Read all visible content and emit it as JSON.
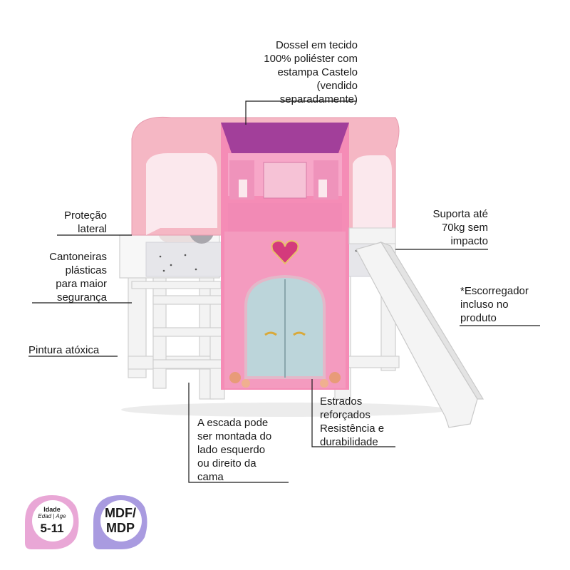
{
  "annotations": {
    "canopy": [
      "Dossel em tecido",
      "100% poliéster com",
      "estampa Castelo",
      "(vendido",
      "separadamente)"
    ],
    "side_protection": [
      "Proteção",
      "lateral"
    ],
    "corners": [
      "Cantoneiras",
      "plásticas",
      "para maior",
      "segurança"
    ],
    "paint": [
      "Pintura atóxica"
    ],
    "support": [
      "Suporta até",
      "70kg sem",
      "impacto"
    ],
    "slide": [
      "*Escorregador",
      "incluso no",
      "produto"
    ],
    "slats": [
      "Estrados",
      "reforçados",
      "Resistência e",
      "durabilidade"
    ],
    "ladder": [
      "A escada pode",
      "ser montada do",
      "lado esquerdo",
      "ou direito da",
      "cama"
    ]
  },
  "badges": {
    "age": {
      "title": "Idade",
      "subtitle": "Edad | Age",
      "value": "5-11"
    },
    "material": {
      "line1": "MDF/",
      "line2": "MDP"
    }
  },
  "colors": {
    "canopy_pink": "#f2a9b9",
    "castle_pink": "#f48fb8",
    "roof_purple": "#a23f9a",
    "door_blue": "#b9d3d8",
    "frame_white": "#f4f4f4",
    "badge_pink": "#e9a7d6",
    "badge_purple": "#a99be0"
  }
}
